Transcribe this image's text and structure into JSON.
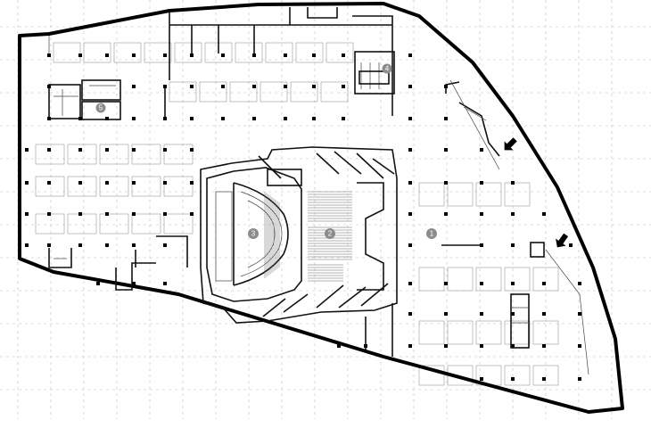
{
  "title": "",
  "markers": [
    {
      "id": "m1",
      "label": "1"
    },
    {
      "id": "m2",
      "label": "2"
    },
    {
      "id": "m3",
      "label": "3"
    },
    {
      "id": "m4",
      "label": "4"
    },
    {
      "id": "m5",
      "label": "5"
    }
  ],
  "colors": {
    "outline": "#000000",
    "grid": "#bdbdbd",
    "marker": "#8c8c8c",
    "background": "#ffffff"
  },
  "icons": [
    "arrow-icon"
  ]
}
